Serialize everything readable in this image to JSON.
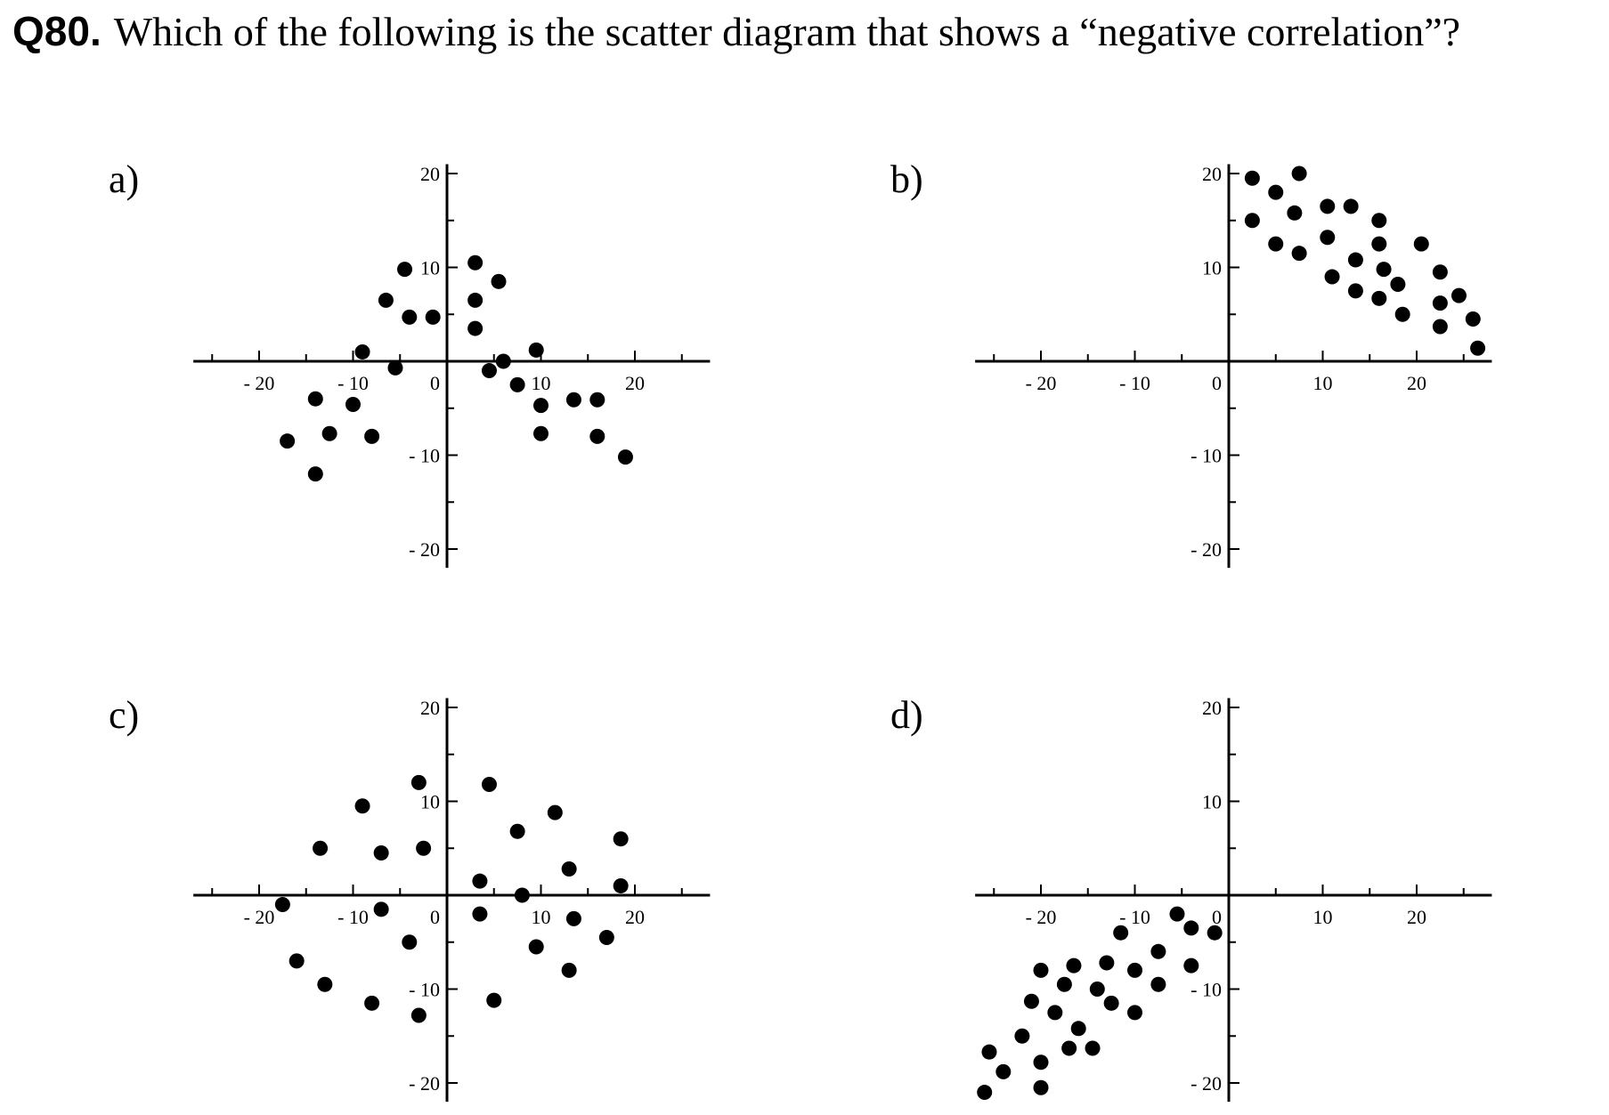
{
  "question": {
    "number": "Q80.",
    "text": "Which of the following is the scatter diagram that shows a “negative correlation”?"
  },
  "chart_data": [
    {
      "label": "a)",
      "type": "scatter",
      "xlim": [
        -27,
        28
      ],
      "ylim": [
        -22,
        21
      ],
      "x_ticks": [
        -20,
        -10,
        10,
        20
      ],
      "y_ticks": [
        -20,
        -10,
        10,
        20
      ],
      "origin_label": "0",
      "points": [
        [
          -14,
          -4
        ],
        [
          -17,
          -8.5
        ],
        [
          -14,
          -12
        ],
        [
          -12.5,
          -7.7
        ],
        [
          -10,
          -4.6
        ],
        [
          -8,
          -8
        ],
        [
          -9,
          1
        ],
        [
          -6.5,
          6.5
        ],
        [
          -5.5,
          -0.7
        ],
        [
          -4.5,
          9.8
        ],
        [
          -4,
          4.7
        ],
        [
          -1.5,
          4.7
        ],
        [
          3,
          10.5
        ],
        [
          3,
          6.5
        ],
        [
          3,
          3.5
        ],
        [
          4.5,
          -1
        ],
        [
          5.5,
          8.5
        ],
        [
          6,
          0
        ],
        [
          7.5,
          -2.5
        ],
        [
          9.5,
          1.2
        ],
        [
          10,
          -4.7
        ],
        [
          10,
          -7.7
        ],
        [
          13.5,
          -4.1
        ],
        [
          16,
          -4.1
        ],
        [
          16,
          -8
        ],
        [
          19,
          -10.2
        ]
      ]
    },
    {
      "label": "b)",
      "type": "scatter",
      "xlim": [
        -27,
        28
      ],
      "ylim": [
        -22,
        21
      ],
      "x_ticks": [
        -20,
        -10,
        10,
        20
      ],
      "y_ticks": [
        -20,
        -10,
        10,
        20
      ],
      "origin_label": "0",
      "points": [
        [
          2.5,
          19.5
        ],
        [
          2.5,
          15
        ],
        [
          5,
          18
        ],
        [
          5,
          12.5
        ],
        [
          7,
          15.8
        ],
        [
          7.5,
          11.5
        ],
        [
          7.5,
          20
        ],
        [
          10.5,
          16.5
        ],
        [
          10.5,
          13.2
        ],
        [
          11,
          9
        ],
        [
          13,
          16.5
        ],
        [
          13.5,
          10.8
        ],
        [
          13.5,
          7.5
        ],
        [
          16,
          15
        ],
        [
          16,
          12.5
        ],
        [
          16,
          6.7
        ],
        [
          16.5,
          9.8
        ],
        [
          18,
          8.2
        ],
        [
          18.5,
          5
        ],
        [
          20.5,
          12.5
        ],
        [
          22.5,
          9.5
        ],
        [
          22.5,
          6.2
        ],
        [
          22.5,
          3.7
        ],
        [
          24.5,
          7
        ],
        [
          26,
          4.5
        ],
        [
          26.5,
          1.4
        ]
      ]
    },
    {
      "label": "c)",
      "type": "scatter",
      "xlim": [
        -27,
        28
      ],
      "ylim": [
        -22,
        21
      ],
      "x_ticks": [
        -20,
        -10,
        10,
        20
      ],
      "y_ticks": [
        -20,
        -10,
        10,
        20
      ],
      "origin_label": "0",
      "points": [
        [
          -17.5,
          -1
        ],
        [
          -16,
          -7
        ],
        [
          -13.5,
          5
        ],
        [
          -13,
          -9.5
        ],
        [
          -9,
          9.5
        ],
        [
          -8,
          -11.5
        ],
        [
          -7,
          4.5
        ],
        [
          -7,
          -1.5
        ],
        [
          -4,
          -5
        ],
        [
          -3,
          12
        ],
        [
          -3,
          -12.8
        ],
        [
          -2.5,
          5
        ],
        [
          3.5,
          1.5
        ],
        [
          3.5,
          -2
        ],
        [
          4.5,
          11.8
        ],
        [
          5,
          -11.2
        ],
        [
          7.5,
          6.8
        ],
        [
          8,
          0
        ],
        [
          9.5,
          -5.5
        ],
        [
          11.5,
          8.8
        ],
        [
          13,
          2.8
        ],
        [
          13,
          -8
        ],
        [
          13.5,
          -2.5
        ],
        [
          17,
          -4.5
        ],
        [
          18.5,
          6
        ],
        [
          18.5,
          1
        ]
      ]
    },
    {
      "label": "d)",
      "type": "scatter",
      "xlim": [
        -27,
        28
      ],
      "ylim": [
        -22,
        21
      ],
      "x_ticks": [
        -20,
        -10,
        10,
        20
      ],
      "y_ticks": [
        -20,
        -10,
        10,
        20
      ],
      "origin_label": "0",
      "points": [
        [
          -26,
          -21
        ],
        [
          -25.5,
          -16.7
        ],
        [
          -24,
          -18.8
        ],
        [
          -22,
          -15
        ],
        [
          -21,
          -11.3
        ],
        [
          -20,
          -8
        ],
        [
          -20,
          -17.8
        ],
        [
          -20,
          -20.5
        ],
        [
          -18.5,
          -12.5
        ],
        [
          -17.5,
          -9.5
        ],
        [
          -17,
          -16.3
        ],
        [
          -16.5,
          -7.5
        ],
        [
          -16,
          -14.2
        ],
        [
          -14.5,
          -16.3
        ],
        [
          -14,
          -10
        ],
        [
          -13,
          -7.2
        ],
        [
          -12.5,
          -11.5
        ],
        [
          -11.5,
          -4
        ],
        [
          -10,
          -8
        ],
        [
          -10,
          -12.5
        ],
        [
          -7.5,
          -6
        ],
        [
          -7.5,
          -9.5
        ],
        [
          -5.5,
          -2
        ],
        [
          -4,
          -3.5
        ],
        [
          -4,
          -7.5
        ],
        [
          -1.5,
          -4
        ]
      ]
    }
  ]
}
